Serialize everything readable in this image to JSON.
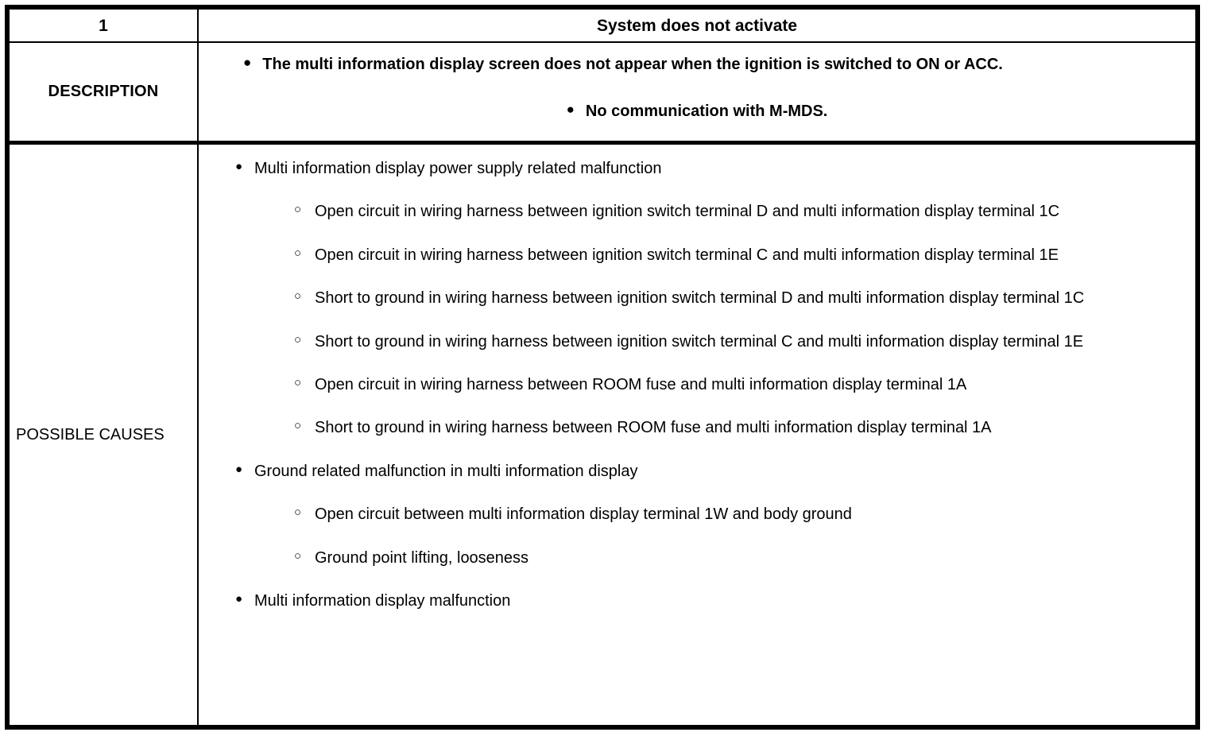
{
  "table": {
    "number": "1",
    "title": "System does not activate",
    "rows": {
      "description": {
        "label": "DESCRIPTION",
        "bullet_glyph": "●",
        "items": [
          "The multi information display screen does not appear when the ignition is switched to ON or ACC.",
          "No communication with M-MDS."
        ]
      },
      "possible_causes": {
        "label": "POSSIBLE CAUSES",
        "bullet_filled_glyph": "●",
        "bullet_hollow_glyph": "○",
        "items": [
          {
            "level": 1,
            "text": "Multi information display power supply related malfunction"
          },
          {
            "level": 2,
            "text": "Open circuit in wiring harness between ignition switch terminal D and multi information display terminal 1C"
          },
          {
            "level": 2,
            "text": "Open circuit in wiring harness between ignition switch terminal C and multi information display terminal 1E"
          },
          {
            "level": 2,
            "text": "Short to ground in wiring harness between ignition switch terminal D and multi information display terminal 1C"
          },
          {
            "level": 2,
            "text": "Short to ground in wiring harness between ignition switch terminal C and multi information display terminal 1E"
          },
          {
            "level": 2,
            "text": "Open circuit in wiring harness between ROOM fuse and multi information display terminal 1A"
          },
          {
            "level": 2,
            "text": "Short to ground in wiring harness between ROOM fuse and multi information display terminal 1A"
          },
          {
            "level": 1,
            "text": "Ground related malfunction in multi information display"
          },
          {
            "level": 2,
            "text": "Open circuit between multi information display terminal 1W and body ground"
          },
          {
            "level": 2,
            "text": "Ground point lifting, looseness"
          },
          {
            "level": 1,
            "text": "Multi information display malfunction"
          }
        ]
      }
    }
  },
  "colors": {
    "border": "#000000",
    "text": "#000000",
    "background": "#ffffff"
  }
}
